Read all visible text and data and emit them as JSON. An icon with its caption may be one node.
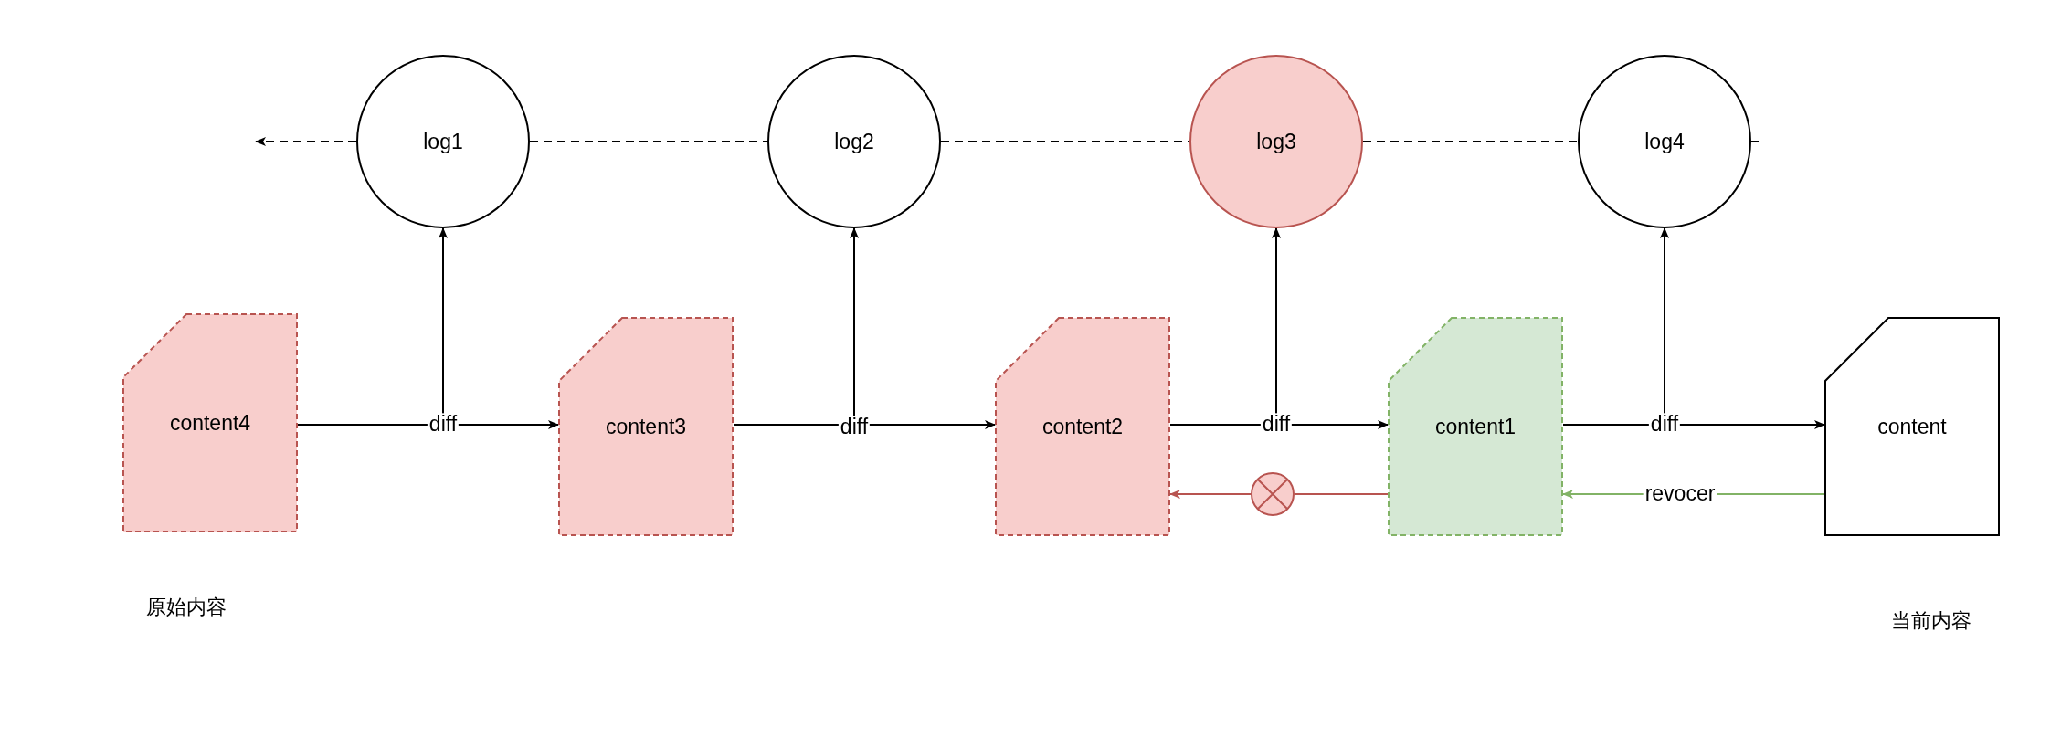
{
  "diagram": {
    "nodes": [
      {
        "text": [
          "log1"
        ]
      },
      {
        "text": [
          "log2"
        ]
      },
      {
        "text": [
          "log3"
        ]
      },
      {
        "text": [
          "log4"
        ]
      },
      {
        "text": [
          "content4"
        ]
      },
      {
        "text": [
          "content3"
        ]
      },
      {
        "text": [
          "content2"
        ]
      },
      {
        "text": [
          "content1"
        ]
      },
      {
        "text": [
          "content"
        ]
      },
      {
        "text": [],
        "shape": "circle"
      }
    ],
    "edges": [
      {
        "from": 0,
        "to": null,
        "arrow": "to",
        "style": "dashed"
      },
      {
        "from": 0,
        "to": 1,
        "arrow": "none",
        "style": "dashed"
      },
      {
        "from": 1,
        "to": 2,
        "arrow": "none",
        "style": "dashed"
      },
      {
        "from": 2,
        "to": 3,
        "arrow": "none",
        "style": "dashed"
      },
      {
        "from": 3,
        "to": null,
        "arrow": "none",
        "style": "dashed"
      },
      {
        "from": 4,
        "to": 5,
        "arrow": "to",
        "label": "diff"
      },
      {
        "from": 4,
        "to": 0,
        "arrow": "to"
      },
      {
        "from": 5,
        "to": 6,
        "arrow": "to",
        "label": "diff"
      },
      {
        "from": 5,
        "to": 1,
        "arrow": "to"
      },
      {
        "from": 6,
        "to": 7,
        "arrow": "to",
        "label": "diff"
      },
      {
        "from": 6,
        "to": 2,
        "arrow": "to"
      },
      {
        "from": 7,
        "to": 8,
        "arrow": "to",
        "label": "diff"
      },
      {
        "from": 7,
        "to": 3,
        "arrow": "to"
      },
      {
        "from": 7,
        "to": 9,
        "arrow": "none",
        "color": "#b85450"
      },
      {
        "from": 9,
        "to": 6,
        "arrow": "to",
        "color": "#b85450"
      },
      {
        "from": 8,
        "to": 7,
        "arrow": "to",
        "label": "revocer",
        "color": "#82b366"
      }
    ],
    "labels": [
      "原始内容",
      "当前内容"
    ]
  }
}
